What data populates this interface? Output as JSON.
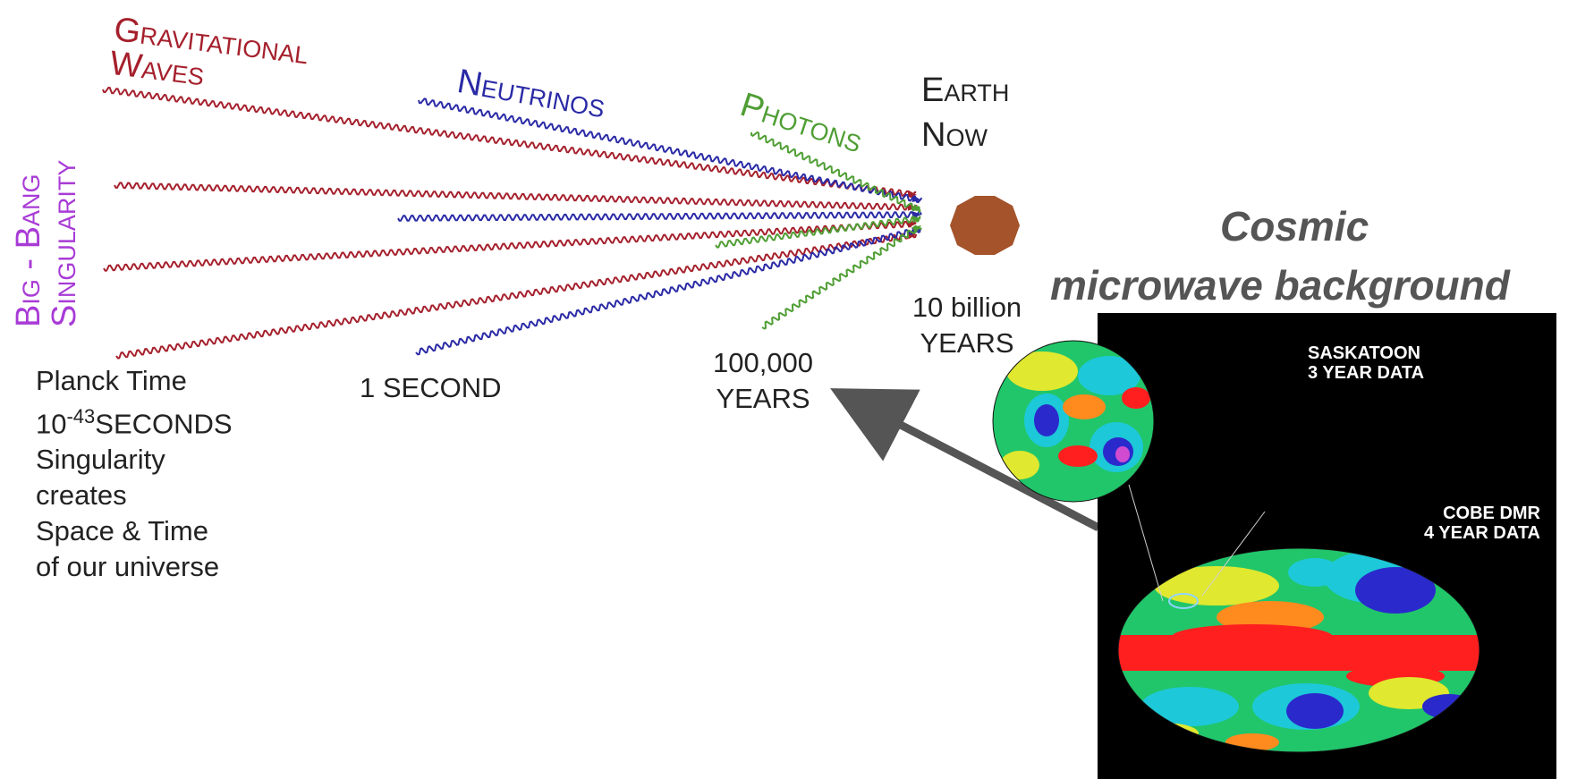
{
  "labels": {
    "gravitational": "Gravitational",
    "waves": "Waves",
    "neutrinos": "Neutrinos",
    "photons": "Photons",
    "earth": "Earth",
    "now": "Now",
    "big_bang": "Big - Bang",
    "singularity": "Singularity"
  },
  "times": {
    "planck_line1": "Planck Time",
    "planck_base": "10",
    "planck_exp": "-43",
    "planck_unit": "SECONDS",
    "planck_line3": "Singularity",
    "planck_line4": "creates",
    "planck_line5": "Space & Time",
    "planck_line6": "of our universe",
    "one_second": "1 SECOND",
    "hundred_k": "100,000",
    "hundred_k_unit": "YEARS",
    "ten_billion": "10 billion",
    "ten_billion_unit": "YEARS"
  },
  "cmb": {
    "title_line1": "Cosmic",
    "title_line2": "microwave background",
    "saskatoon_line1": "SASKATOON",
    "saskatoon_line2": "3 YEAR DATA",
    "cobe_line1": "COBE DMR",
    "cobe_line2": "4 YEAR DATA"
  },
  "colors": {
    "gravitational": "#a5202c",
    "neutrinos": "#2a2aa6",
    "photons": "#4f9e34",
    "big_bang": "#a83bd6",
    "earth": "#a4532b"
  }
}
